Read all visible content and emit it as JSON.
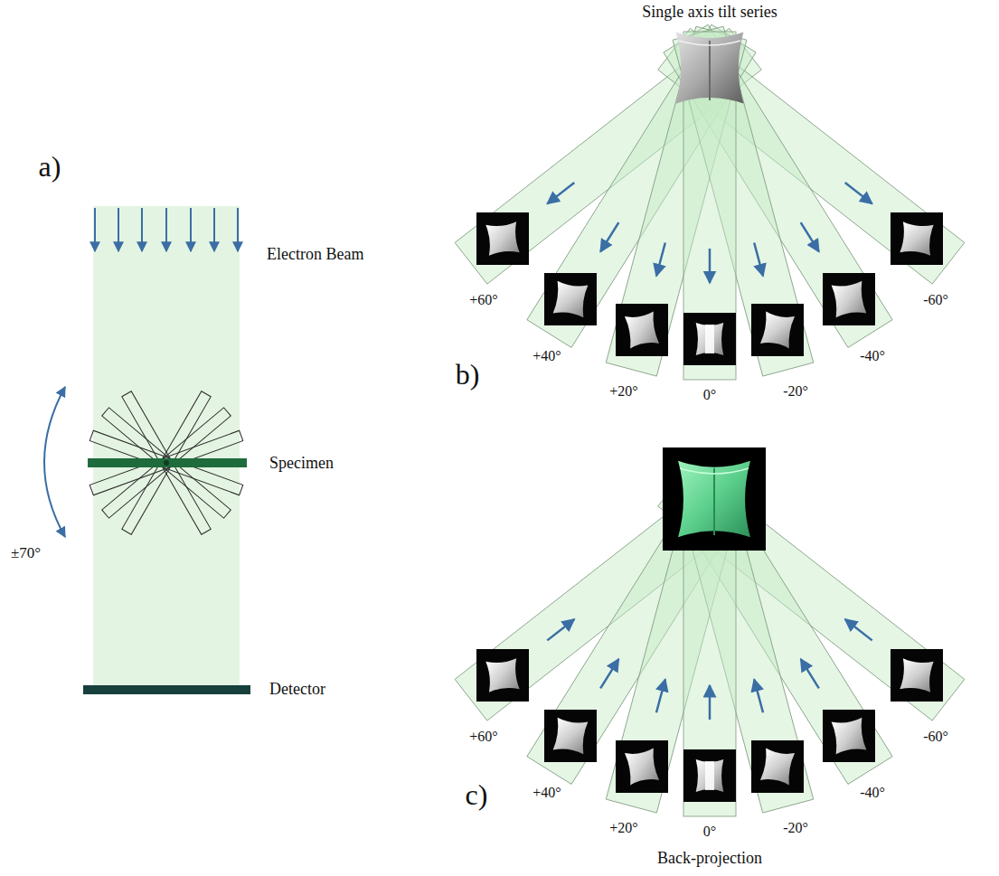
{
  "diagram": {
    "labels": [
      "a)",
      "Electron Beam",
      "±70°",
      "Specimen",
      "Detector",
      "Single axis tilt series",
      "+60°",
      "+40°",
      "+20°",
      "0°",
      "-20°",
      "-40°",
      "-60°",
      "b)",
      "+60°",
      "+40°",
      "+20°",
      "0°",
      "-20°",
      "-40°",
      "-60°",
      "c)",
      "Back-projection"
    ]
  }
}
